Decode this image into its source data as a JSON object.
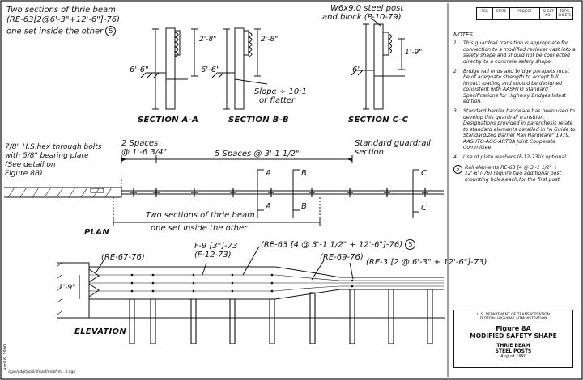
{
  "sections": {
    "aa": {
      "callout_1": "Two sections of thrie beam",
      "callout_2": "(RE-63[2@6'-3\"+12'-6\"]-76)",
      "callout_3": "one set inside the other",
      "dim_upper": "2'-8\"",
      "dim_total": "6'-6\"",
      "title": "SECTION A-A"
    },
    "bb": {
      "dim_upper": "2'-8\"",
      "dim_total": "6'-6\"",
      "slope_1": "Slope ÷ 10:1",
      "slope_2": "or flatter",
      "title": "SECTION B-B"
    },
    "cc": {
      "callout_1": "W6x9.0 steel post",
      "callout_2": "and block (P-10-79)",
      "dim_upper": "1'-9\"",
      "dim_total": "6'",
      "title": "SECTION C-C"
    }
  },
  "plan": {
    "bolts_1": "7/8\" H.S.hex through bolts",
    "bolts_2": "with 5/8\" bearing plate",
    "bolts_3": "(See detail on",
    "bolts_4": "Figure 8B)",
    "spaces2_1": "2 Spaces",
    "spaces2_2": "@ 1'-6 3/4\"",
    "spaces5": "5 Spaces @ 3'-1 1/2\"",
    "std_1": "Standard guardrail",
    "std_2": "section",
    "cut_a": "A",
    "cut_b": "B",
    "cut_c": "C",
    "two_1": "Two sections of thrie beam",
    "two_2": "one set inside the other",
    "label": "PLAN"
  },
  "elevation": {
    "re67": "(RE-67-76)",
    "f9_1": "F-9 [3\"]-73",
    "f9_2": "(F-12-73)",
    "re63": "(RE-63 [4 @ 3'-1 1/2\" + 12'-6\"]-76)",
    "re69": "(RE-69-76)",
    "re3": "RE-3 [2 @ 6'-3\" + 12'-6\"]-73)",
    "dim": "1'-9\"",
    "label": "ELEVATION",
    "circle": "5"
  },
  "header": {
    "c1": "REG",
    "c2": "STATE",
    "c3": "PROJECT",
    "c4": "SHEET NO.",
    "c5": "TOTAL SHEETS"
  },
  "notes": {
    "heading": "NOTES:",
    "items": [
      {
        "n": "1.",
        "text": "This guardrail transition is appropriate for connection to a modified reclever cast into a safety shape and should not be connected directly to a concrete safety shape."
      },
      {
        "n": "2.",
        "text": "Bridge rail ends and bridge parapets must be of adequate strength to accept full impact loading and should be designed consistent with AASHTO Standard Specifications for Highway Bridges,latest edition."
      },
      {
        "n": "3.",
        "text": "Standard barrier hardware has been used to develop this guardrail transition. Designations provided in parenthesis relate to standard elements detailed in \"A Guide to Standardized Barrier Rail Hardware\" 1979, AASHTO-AGC-ARTBA Joint Cooperate Committee."
      },
      {
        "n": "4.",
        "text": "Use of plate washers (F-12-73)is optional."
      },
      {
        "n": "5",
        "text": "Rail elements RE-63 [4 @ 3'-1 1/2\" + 12'-6\"]-76) require two additional post mounting holes,each,for the first post."
      }
    ]
  },
  "titleblock": {
    "agency_1": "U.S. DEPARTMENT OF TRANSPORTATION",
    "agency_2": "FEDERAL HIGHWAY ADMINISTRATION",
    "figure": "Figure 8A",
    "shape": "MODIFIED SAFETY SHAPE",
    "beam": "THRIE BEAM",
    "posts": "STEEL POSTS",
    "date": "August 1990"
  },
  "margin": {
    "side": "April 6, 1990",
    "path": "/gpn/gdgit/sail/sfsadf/es/bfrm...3.dgn"
  }
}
